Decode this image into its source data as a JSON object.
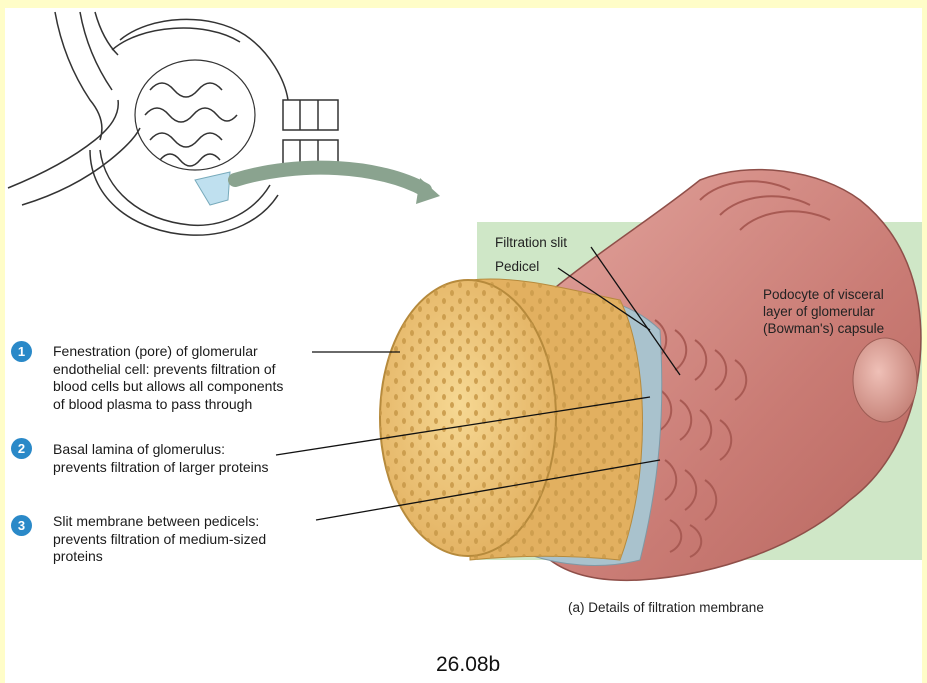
{
  "labels": {
    "filtration_slit": "Filtration slit",
    "pedicel": "Pedicel",
    "podocyte": [
      "Podocyte of visceral",
      "layer of glomerular",
      "(Bowman's) capsule"
    ]
  },
  "items": [
    {
      "num": "1",
      "lines": [
        "Fenestration (pore) of glomerular",
        "endothelial cell: prevents filtration of",
        "blood cells but allows all components",
        "of blood plasma to pass through"
      ]
    },
    {
      "num": "2",
      "lines": [
        "Basal lamina of glomerulus:",
        "prevents filtration of larger proteins"
      ]
    },
    {
      "num": "3",
      "lines": [
        "Slit membrane between pedicels:",
        "prevents filtration of medium-sized",
        "proteins"
      ]
    }
  ],
  "caption": "(a) Details of filtration membrane",
  "figure_number": "26.08b",
  "colors": {
    "border": "#fffdc8",
    "number_badge": "#2a89c8",
    "background_panel": "#cfe7c7",
    "endothelium": "#eec476",
    "podocyte": "#c97b74"
  }
}
